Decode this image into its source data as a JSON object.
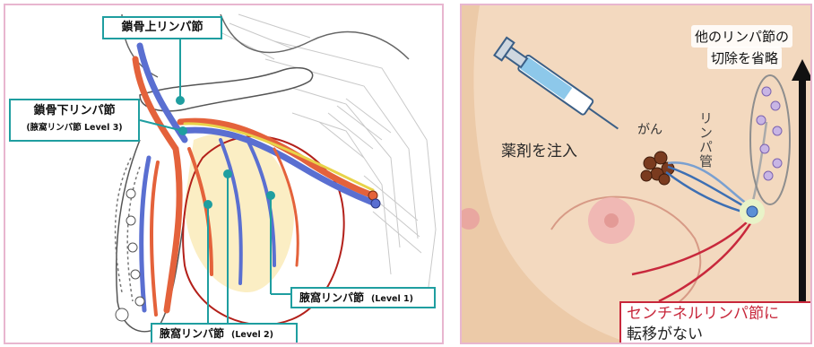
{
  "left": {
    "supraclavicular_label": "鎖骨上リンパ節",
    "infraclavicular_label": "鎖骨下リンパ節",
    "infraclavicular_sub": "(腋窩リンパ節 Level 3)",
    "axillary_l1_label": "腋窩リンパ節",
    "axillary_l1_level": "(Level 1)",
    "axillary_l2_label": "腋窩リンパ節",
    "axillary_l2_level": "(Level 2)",
    "accent_color": "#1f9ea0"
  },
  "right": {
    "inject_label": "薬剤を注入",
    "cancer_label": "がん",
    "lymph_vessel_label": "リンパ管",
    "other_nodes_line1": "他のリンパ節の",
    "other_nodes_line2": "切除を省略",
    "sentinel_line1": "センチネルリンパ節に",
    "sentinel_line2": "転移がない",
    "sentinel_color": "#c8283c"
  }
}
